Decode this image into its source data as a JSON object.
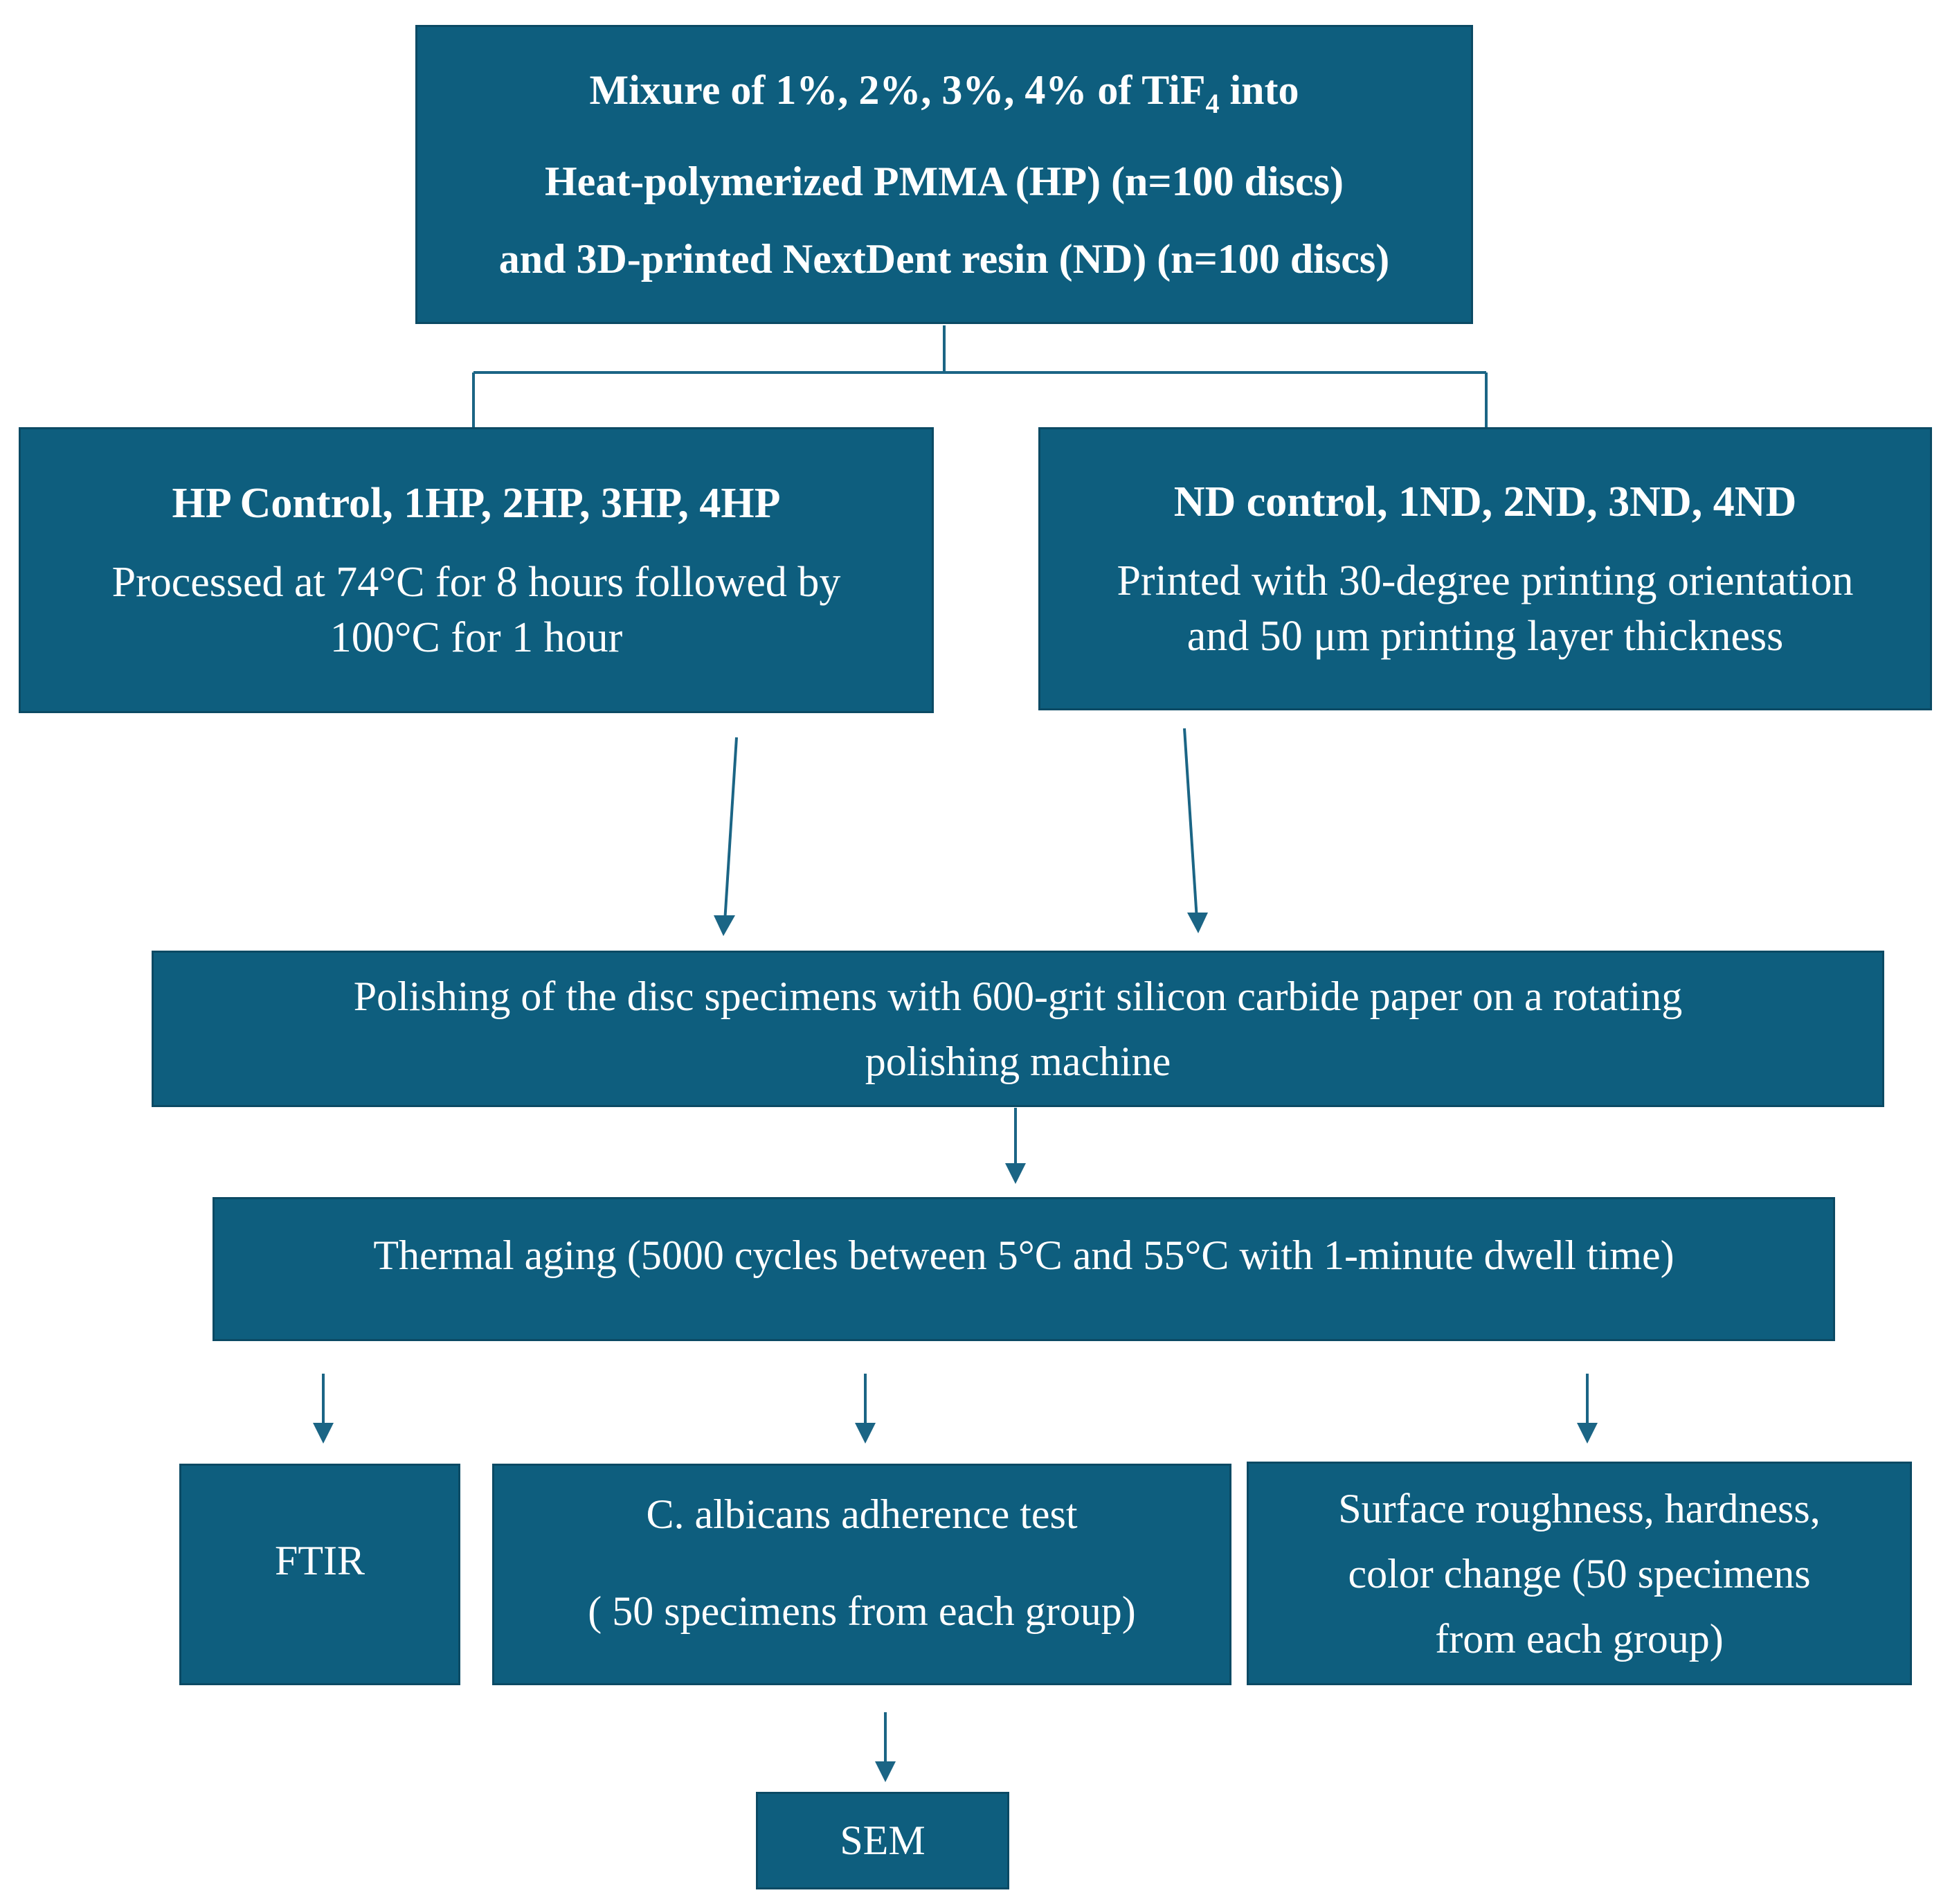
{
  "colors": {
    "box_fill": "#0e5e7e",
    "box_text": "#ffffff",
    "connector": "#1b6585"
  },
  "nodes": {
    "top": {
      "line1_pre": "Mixure of 1%, 2%, 3%, 4% of TiF",
      "line1_sub": "4",
      "line1_post": " into",
      "line2": "Heat-polymerized  PMMA (HP) (n=100 discs)",
      "line3": "and 3D-printed NextDent resin (ND) (n=100 discs)"
    },
    "hp": {
      "title": "HP Control, 1HP, 2HP, 3HP, 4HP",
      "line1": "Processed at 74°C for 8 hours followed by",
      "line2": "100°C for 1 hour"
    },
    "nd": {
      "title": "ND control, 1ND, 2ND, 3ND, 4ND",
      "line1": "Printed with 30-degree printing orientation",
      "line2": "and 50 μm printing layer thickness"
    },
    "polishing": {
      "line1": "Polishing of the disc specimens with 600-grit silicon carbide paper on a rotating",
      "line2": "polishing machine"
    },
    "thermal": {
      "text": "Thermal aging (5000 cycles between 5°C and 55°C with 1-minute dwell time)"
    },
    "ftir": {
      "text": "FTIR"
    },
    "candida": {
      "line1": "C. albicans adherence test",
      "line2": "( 50 specimens from each group)"
    },
    "surface": {
      "line1": "Surface roughness, hardness,",
      "line2": "color change (50 specimens",
      "line3": "from each group)"
    },
    "sem": {
      "text": "SEM"
    }
  }
}
